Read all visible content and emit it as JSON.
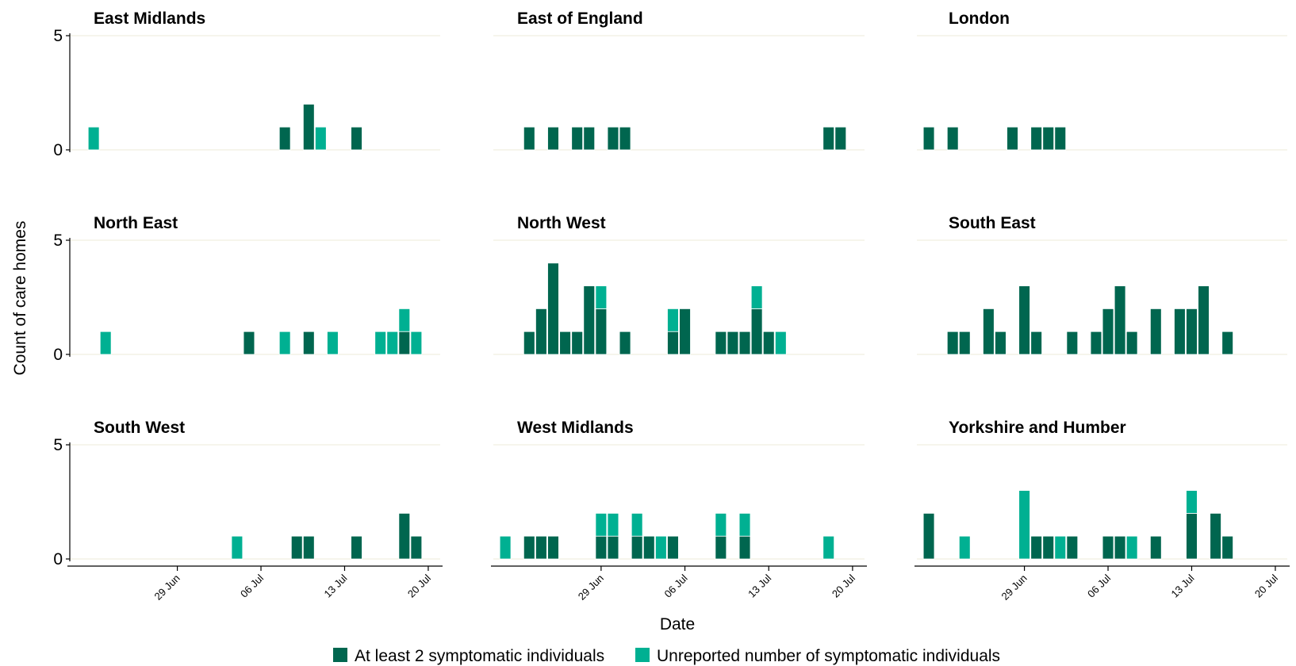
{
  "chart_data": {
    "type": "bar",
    "stacked": true,
    "facet_layout": "3x3",
    "shared_axes": true,
    "xlabel": "Date",
    "ylabel": "Count of care homes",
    "ylim": [
      0,
      5
    ],
    "yticks": [
      0,
      5
    ],
    "x_domain": [
      "2020-06-20",
      "2020-07-21"
    ],
    "x_ticks": [
      {
        "date": "2020-06-29",
        "label": "29 Jun"
      },
      {
        "date": "2020-07-06",
        "label": "06 Jul"
      },
      {
        "date": "2020-07-13",
        "label": "13 Jul"
      },
      {
        "date": "2020-07-20",
        "label": "20 Jul"
      }
    ],
    "grid": "horizontal gridlines at major ticks only",
    "legend_position": "bottom",
    "colors": {
      "at_least_2": "#00664f",
      "unreported": "#00b092",
      "grid": "#ecebd8",
      "axis": "#000000"
    },
    "series": [
      {
        "key": "at_least_2",
        "name": "At least 2 symptomatic individuals"
      },
      {
        "key": "unreported",
        "name": "Unreported number of symptomatic individuals"
      }
    ],
    "panels": [
      {
        "title": "East Midlands",
        "bars": [
          {
            "date": "2020-06-22",
            "at_least_2": 0,
            "unreported": 1
          },
          {
            "date": "2020-07-08",
            "at_least_2": 1,
            "unreported": 0
          },
          {
            "date": "2020-07-10",
            "at_least_2": 2,
            "unreported": 0
          },
          {
            "date": "2020-07-11",
            "at_least_2": 0,
            "unreported": 1
          },
          {
            "date": "2020-07-14",
            "at_least_2": 1,
            "unreported": 0
          }
        ]
      },
      {
        "title": "East of England",
        "bars": [
          {
            "date": "2020-06-23",
            "at_least_2": 1,
            "unreported": 0
          },
          {
            "date": "2020-06-25",
            "at_least_2": 1,
            "unreported": 0
          },
          {
            "date": "2020-06-27",
            "at_least_2": 1,
            "unreported": 0
          },
          {
            "date": "2020-06-28",
            "at_least_2": 1,
            "unreported": 0
          },
          {
            "date": "2020-06-30",
            "at_least_2": 1,
            "unreported": 0
          },
          {
            "date": "2020-07-01",
            "at_least_2": 1,
            "unreported": 0
          },
          {
            "date": "2020-07-18",
            "at_least_2": 1,
            "unreported": 0
          },
          {
            "date": "2020-07-19",
            "at_least_2": 1,
            "unreported": 0
          }
        ]
      },
      {
        "title": "London",
        "bars": [
          {
            "date": "2020-06-21",
            "at_least_2": 1,
            "unreported": 0
          },
          {
            "date": "2020-06-23",
            "at_least_2": 1,
            "unreported": 0
          },
          {
            "date": "2020-06-28",
            "at_least_2": 1,
            "unreported": 0
          },
          {
            "date": "2020-06-30",
            "at_least_2": 1,
            "unreported": 0
          },
          {
            "date": "2020-07-01",
            "at_least_2": 1,
            "unreported": 0
          },
          {
            "date": "2020-07-02",
            "at_least_2": 1,
            "unreported": 0
          }
        ]
      },
      {
        "title": "North East",
        "bars": [
          {
            "date": "2020-06-23",
            "at_least_2": 0,
            "unreported": 1
          },
          {
            "date": "2020-07-05",
            "at_least_2": 1,
            "unreported": 0
          },
          {
            "date": "2020-07-08",
            "at_least_2": 0,
            "unreported": 1
          },
          {
            "date": "2020-07-10",
            "at_least_2": 1,
            "unreported": 0
          },
          {
            "date": "2020-07-12",
            "at_least_2": 0,
            "unreported": 1
          },
          {
            "date": "2020-07-16",
            "at_least_2": 0,
            "unreported": 1
          },
          {
            "date": "2020-07-17",
            "at_least_2": 0,
            "unreported": 1
          },
          {
            "date": "2020-07-18",
            "at_least_2": 1,
            "unreported": 1
          },
          {
            "date": "2020-07-19",
            "at_least_2": 0,
            "unreported": 1
          }
        ]
      },
      {
        "title": "North West",
        "bars": [
          {
            "date": "2020-06-23",
            "at_least_2": 1,
            "unreported": 0
          },
          {
            "date": "2020-06-24",
            "at_least_2": 2,
            "unreported": 0
          },
          {
            "date": "2020-06-25",
            "at_least_2": 4,
            "unreported": 0
          },
          {
            "date": "2020-06-26",
            "at_least_2": 1,
            "unreported": 0
          },
          {
            "date": "2020-06-27",
            "at_least_2": 1,
            "unreported": 0
          },
          {
            "date": "2020-06-28",
            "at_least_2": 3,
            "unreported": 0
          },
          {
            "date": "2020-06-29",
            "at_least_2": 2,
            "unreported": 1
          },
          {
            "date": "2020-07-01",
            "at_least_2": 1,
            "unreported": 0
          },
          {
            "date": "2020-07-05",
            "at_least_2": 1,
            "unreported": 1
          },
          {
            "date": "2020-07-06",
            "at_least_2": 2,
            "unreported": 0
          },
          {
            "date": "2020-07-09",
            "at_least_2": 1,
            "unreported": 0
          },
          {
            "date": "2020-07-10",
            "at_least_2": 1,
            "unreported": 0
          },
          {
            "date": "2020-07-11",
            "at_least_2": 1,
            "unreported": 0
          },
          {
            "date": "2020-07-12",
            "at_least_2": 2,
            "unreported": 1
          },
          {
            "date": "2020-07-13",
            "at_least_2": 1,
            "unreported": 0
          },
          {
            "date": "2020-07-14",
            "at_least_2": 0,
            "unreported": 1
          }
        ]
      },
      {
        "title": "South East",
        "bars": [
          {
            "date": "2020-06-23",
            "at_least_2": 1,
            "unreported": 0
          },
          {
            "date": "2020-06-24",
            "at_least_2": 1,
            "unreported": 0
          },
          {
            "date": "2020-06-26",
            "at_least_2": 2,
            "unreported": 0
          },
          {
            "date": "2020-06-27",
            "at_least_2": 1,
            "unreported": 0
          },
          {
            "date": "2020-06-29",
            "at_least_2": 3,
            "unreported": 0
          },
          {
            "date": "2020-06-30",
            "at_least_2": 1,
            "unreported": 0
          },
          {
            "date": "2020-07-03",
            "at_least_2": 1,
            "unreported": 0
          },
          {
            "date": "2020-07-05",
            "at_least_2": 1,
            "unreported": 0
          },
          {
            "date": "2020-07-06",
            "at_least_2": 2,
            "unreported": 0
          },
          {
            "date": "2020-07-07",
            "at_least_2": 3,
            "unreported": 0
          },
          {
            "date": "2020-07-08",
            "at_least_2": 1,
            "unreported": 0
          },
          {
            "date": "2020-07-10",
            "at_least_2": 2,
            "unreported": 0
          },
          {
            "date": "2020-07-12",
            "at_least_2": 2,
            "unreported": 0
          },
          {
            "date": "2020-07-13",
            "at_least_2": 2,
            "unreported": 0
          },
          {
            "date": "2020-07-14",
            "at_least_2": 3,
            "unreported": 0
          },
          {
            "date": "2020-07-16",
            "at_least_2": 1,
            "unreported": 0
          }
        ]
      },
      {
        "title": "South West",
        "bars": [
          {
            "date": "2020-07-04",
            "at_least_2": 0,
            "unreported": 1
          },
          {
            "date": "2020-07-09",
            "at_least_2": 1,
            "unreported": 0
          },
          {
            "date": "2020-07-10",
            "at_least_2": 1,
            "unreported": 0
          },
          {
            "date": "2020-07-14",
            "at_least_2": 1,
            "unreported": 0
          },
          {
            "date": "2020-07-18",
            "at_least_2": 2,
            "unreported": 0
          },
          {
            "date": "2020-07-19",
            "at_least_2": 1,
            "unreported": 0
          }
        ]
      },
      {
        "title": "West Midlands",
        "bars": [
          {
            "date": "2020-06-21",
            "at_least_2": 0,
            "unreported": 1
          },
          {
            "date": "2020-06-23",
            "at_least_2": 1,
            "unreported": 0
          },
          {
            "date": "2020-06-24",
            "at_least_2": 1,
            "unreported": 0
          },
          {
            "date": "2020-06-25",
            "at_least_2": 1,
            "unreported": 0
          },
          {
            "date": "2020-06-29",
            "at_least_2": 1,
            "unreported": 1
          },
          {
            "date": "2020-06-30",
            "at_least_2": 1,
            "unreported": 1
          },
          {
            "date": "2020-07-02",
            "at_least_2": 1,
            "unreported": 1
          },
          {
            "date": "2020-07-03",
            "at_least_2": 1,
            "unreported": 0
          },
          {
            "date": "2020-07-04",
            "at_least_2": 0,
            "unreported": 1
          },
          {
            "date": "2020-07-05",
            "at_least_2": 1,
            "unreported": 0
          },
          {
            "date": "2020-07-09",
            "at_least_2": 1,
            "unreported": 1
          },
          {
            "date": "2020-07-11",
            "at_least_2": 1,
            "unreported": 1
          },
          {
            "date": "2020-07-18",
            "at_least_2": 0,
            "unreported": 1
          }
        ]
      },
      {
        "title": "Yorkshire and Humber",
        "bars": [
          {
            "date": "2020-06-21",
            "at_least_2": 2,
            "unreported": 0
          },
          {
            "date": "2020-06-24",
            "at_least_2": 0,
            "unreported": 1
          },
          {
            "date": "2020-06-29",
            "at_least_2": 0,
            "unreported": 3
          },
          {
            "date": "2020-06-30",
            "at_least_2": 1,
            "unreported": 0
          },
          {
            "date": "2020-07-01",
            "at_least_2": 1,
            "unreported": 0
          },
          {
            "date": "2020-07-02",
            "at_least_2": 0,
            "unreported": 1
          },
          {
            "date": "2020-07-03",
            "at_least_2": 1,
            "unreported": 0
          },
          {
            "date": "2020-07-06",
            "at_least_2": 1,
            "unreported": 0
          },
          {
            "date": "2020-07-07",
            "at_least_2": 1,
            "unreported": 0
          },
          {
            "date": "2020-07-08",
            "at_least_2": 0,
            "unreported": 1
          },
          {
            "date": "2020-07-10",
            "at_least_2": 1,
            "unreported": 0
          },
          {
            "date": "2020-07-13",
            "at_least_2": 2,
            "unreported": 1
          },
          {
            "date": "2020-07-15",
            "at_least_2": 2,
            "unreported": 0
          },
          {
            "date": "2020-07-16",
            "at_least_2": 1,
            "unreported": 0
          }
        ]
      }
    ]
  }
}
